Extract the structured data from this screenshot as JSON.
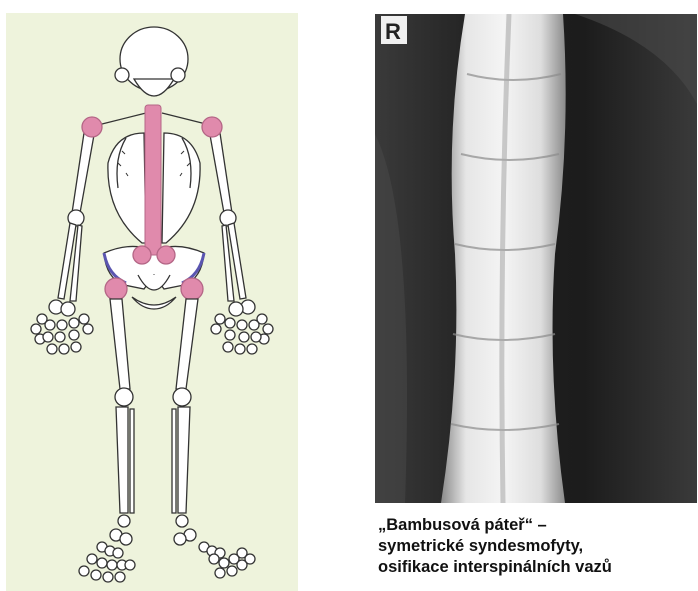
{
  "xray": {
    "marker": "R"
  },
  "caption": {
    "line1": "„Bambusová páteř“ –",
    "line2": "symetrické syndesmofyty,",
    "line3": "osifikace interspinálních vazů"
  },
  "colors": {
    "panel_bg": "#eef3dc",
    "highlight": "#e08aac",
    "pelvis_outline": "#5a55b0",
    "bone_outline": "#333333"
  }
}
